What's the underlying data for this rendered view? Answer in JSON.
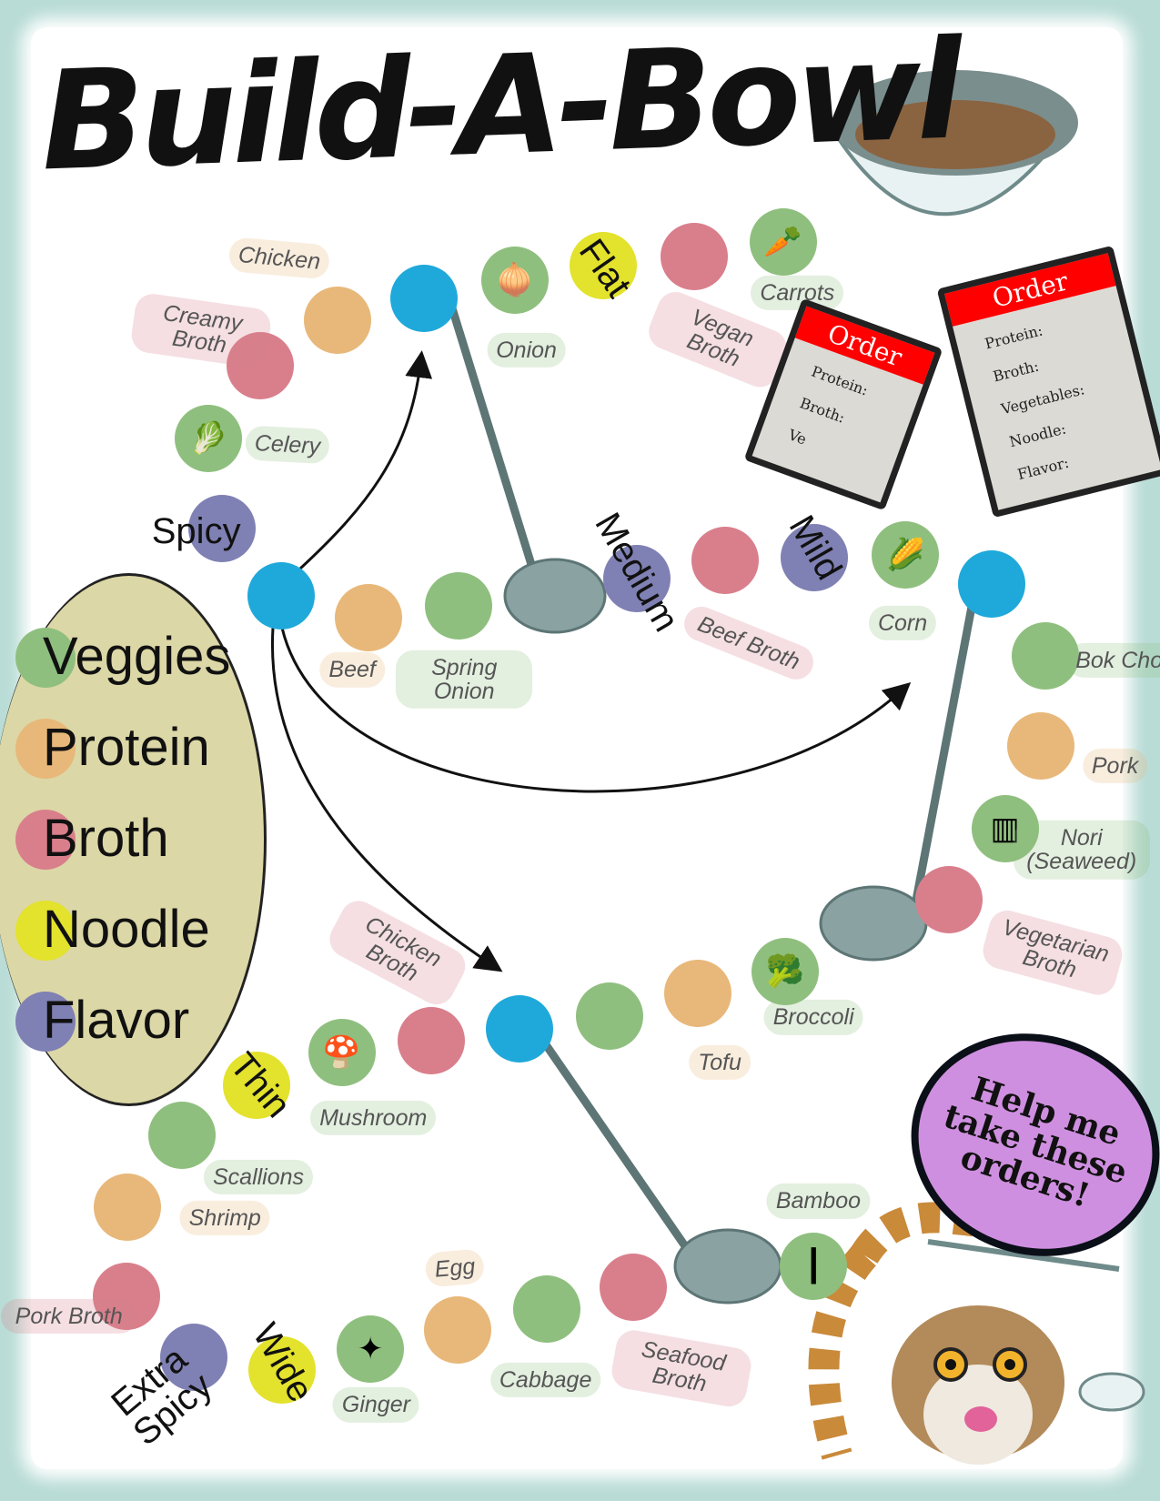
{
  "title": "Build-A-Bowl",
  "colors": {
    "veg": "#8fbf7e",
    "protein": "#e8b87a",
    "broth": "#d97f8c",
    "noodle": "#e3e22c",
    "flavor": "#7f80b3",
    "start": "#1fa9da"
  },
  "legend": [
    {
      "type": "veg",
      "label": "Veggies"
    },
    {
      "type": "protein",
      "label": "Protein"
    },
    {
      "type": "broth",
      "label": "Broth"
    },
    {
      "type": "noodle",
      "label": "Noodle"
    },
    {
      "type": "flavor",
      "label": "Flavor"
    }
  ],
  "spaces": [
    {
      "type": "start",
      "label": ""
    },
    {
      "type": "protein",
      "label": "Chicken"
    },
    {
      "type": "broth",
      "label": "Creamy Broth"
    },
    {
      "type": "veg",
      "label": "Celery",
      "icon": "celery-icon"
    },
    {
      "type": "flavor",
      "label": "Spicy"
    },
    {
      "type": "start",
      "label": ""
    },
    {
      "type": "veg",
      "label": "Onion",
      "icon": "onion-icon"
    },
    {
      "type": "noodle",
      "label": "Flat"
    },
    {
      "type": "broth",
      "label": "Vegan Broth"
    },
    {
      "type": "veg",
      "label": "Carrots",
      "icon": "carrot-icon"
    },
    {
      "type": "protein",
      "label": "Beef"
    },
    {
      "type": "veg",
      "label": "Spring Onion"
    },
    {
      "type": "flavor",
      "label": "Medium"
    },
    {
      "type": "broth",
      "label": "Beef Broth"
    },
    {
      "type": "flavor",
      "label": "Mild"
    },
    {
      "type": "veg",
      "label": "Corn",
      "icon": "corn-icon"
    },
    {
      "type": "start",
      "label": ""
    },
    {
      "type": "veg",
      "label": "Bok Choi"
    },
    {
      "type": "protein",
      "label": "Pork"
    },
    {
      "type": "veg",
      "label": "Nori (Seaweed)",
      "icon": "nori-icon"
    },
    {
      "type": "broth",
      "label": "Vegetarian Broth"
    },
    {
      "type": "veg",
      "label": "Broccoli",
      "icon": "broccoli-icon"
    },
    {
      "type": "protein",
      "label": "Tofu"
    },
    {
      "type": "veg",
      "label": ""
    },
    {
      "type": "start",
      "label": ""
    },
    {
      "type": "broth",
      "label": "Chicken Broth"
    },
    {
      "type": "veg",
      "label": "Mushroom",
      "icon": "mushroom-icon"
    },
    {
      "type": "noodle",
      "label": "Thin"
    },
    {
      "type": "veg",
      "label": "Scallions"
    },
    {
      "type": "protein",
      "label": "Shrimp"
    },
    {
      "type": "broth",
      "label": "Pork Broth"
    },
    {
      "type": "flavor",
      "label": "Extra Spicy"
    },
    {
      "type": "noodle",
      "label": "Wide"
    },
    {
      "type": "veg",
      "label": "Ginger",
      "icon": "ginger-icon"
    },
    {
      "type": "protein",
      "label": "Egg"
    },
    {
      "type": "veg",
      "label": "Cabbage"
    },
    {
      "type": "broth",
      "label": "Seafood Broth"
    },
    {
      "type": "veg",
      "label": "Bamboo",
      "icon": "bamboo-icon"
    }
  ],
  "order_cards": {
    "back": {
      "title": "Order",
      "fields": [
        "Protein:",
        "Broth:",
        "Ve"
      ]
    },
    "front": {
      "title": "Order",
      "fields": [
        "Protein:",
        "Broth:",
        "Vegetables:",
        "Noodle:",
        "Flavor:"
      ]
    }
  },
  "speech_bubble": "Help me take these orders!"
}
